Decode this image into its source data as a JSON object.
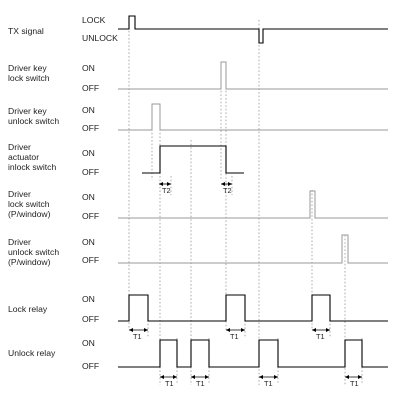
{
  "rows": [
    {
      "id": "tx",
      "label": [
        "TX signal"
      ],
      "hi": "LOCK",
      "lo": "UNLOCK"
    },
    {
      "id": "dkl",
      "label": [
        "Driver key",
        "lock switch"
      ],
      "hi": "ON",
      "lo": "OFF"
    },
    {
      "id": "dku",
      "label": [
        "Driver key",
        "unlock switch"
      ],
      "hi": "ON",
      "lo": "OFF"
    },
    {
      "id": "dai",
      "label": [
        "Driver",
        "actuator",
        "inlock switch"
      ],
      "hi": "ON",
      "lo": "OFF"
    },
    {
      "id": "dlp",
      "label": [
        "Driver",
        "lock switch",
        "(P/window)"
      ],
      "hi": "ON",
      "lo": "OFF"
    },
    {
      "id": "dup",
      "label": [
        "Driver",
        "unlock switch",
        "(P/window)"
      ],
      "hi": "ON",
      "lo": "OFF"
    },
    {
      "id": "lr",
      "label": [
        "Lock relay"
      ],
      "hi": "ON",
      "lo": "OFF"
    },
    {
      "id": "ur",
      "label": [
        "Unlock relay"
      ],
      "hi": "ON",
      "lo": "OFF"
    }
  ],
  "timings": {
    "t1": "T1",
    "t2": "T2"
  }
}
